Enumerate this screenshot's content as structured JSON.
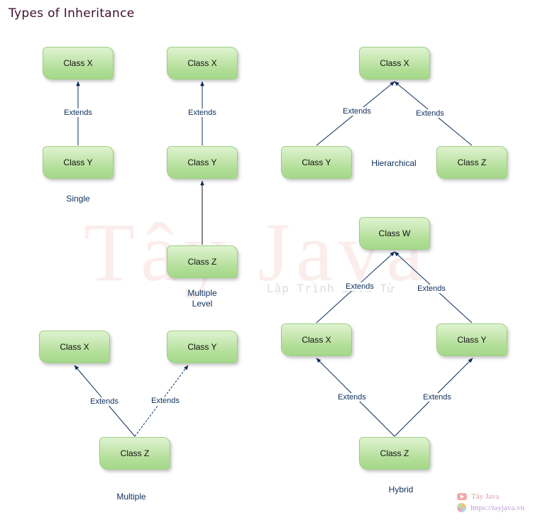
{
  "title": "Types of Inheritance",
  "watermark": {
    "text": "Tây Java",
    "subtitle": "Lập Trình Java Từ"
  },
  "edge_label": "Extends",
  "groups": {
    "single": {
      "caption": "Single",
      "class_x": "Class X",
      "class_y": "Class Y"
    },
    "multilevel": {
      "caption_line1": "Multiple",
      "caption_line2": "Level",
      "class_x": "Class X",
      "class_y": "Class Y",
      "class_z": "Class Z"
    },
    "hierarchical": {
      "caption": "Hierarchical",
      "class_x": "Class X",
      "class_y": "Class Y",
      "class_z": "Class Z"
    },
    "multiple": {
      "caption": "Multiple",
      "class_x": "Class X",
      "class_y": "Class Y",
      "class_z": "Class Z"
    },
    "hybrid": {
      "caption": "Hybrid",
      "class_w": "Class W",
      "class_x": "Class X",
      "class_y": "Class Y",
      "class_z": "Class Z"
    }
  },
  "branding": {
    "name": "Tây Java",
    "url": "https://tayjava.vn",
    "name_icon": "youtube-icon",
    "url_icon": "globe-icon"
  },
  "colors": {
    "node_fill": "#b2de98",
    "node_border": "#9ccf83",
    "edge": "#0d2f5c",
    "text": "#0d2f5c",
    "title": "#3a0f2a"
  }
}
